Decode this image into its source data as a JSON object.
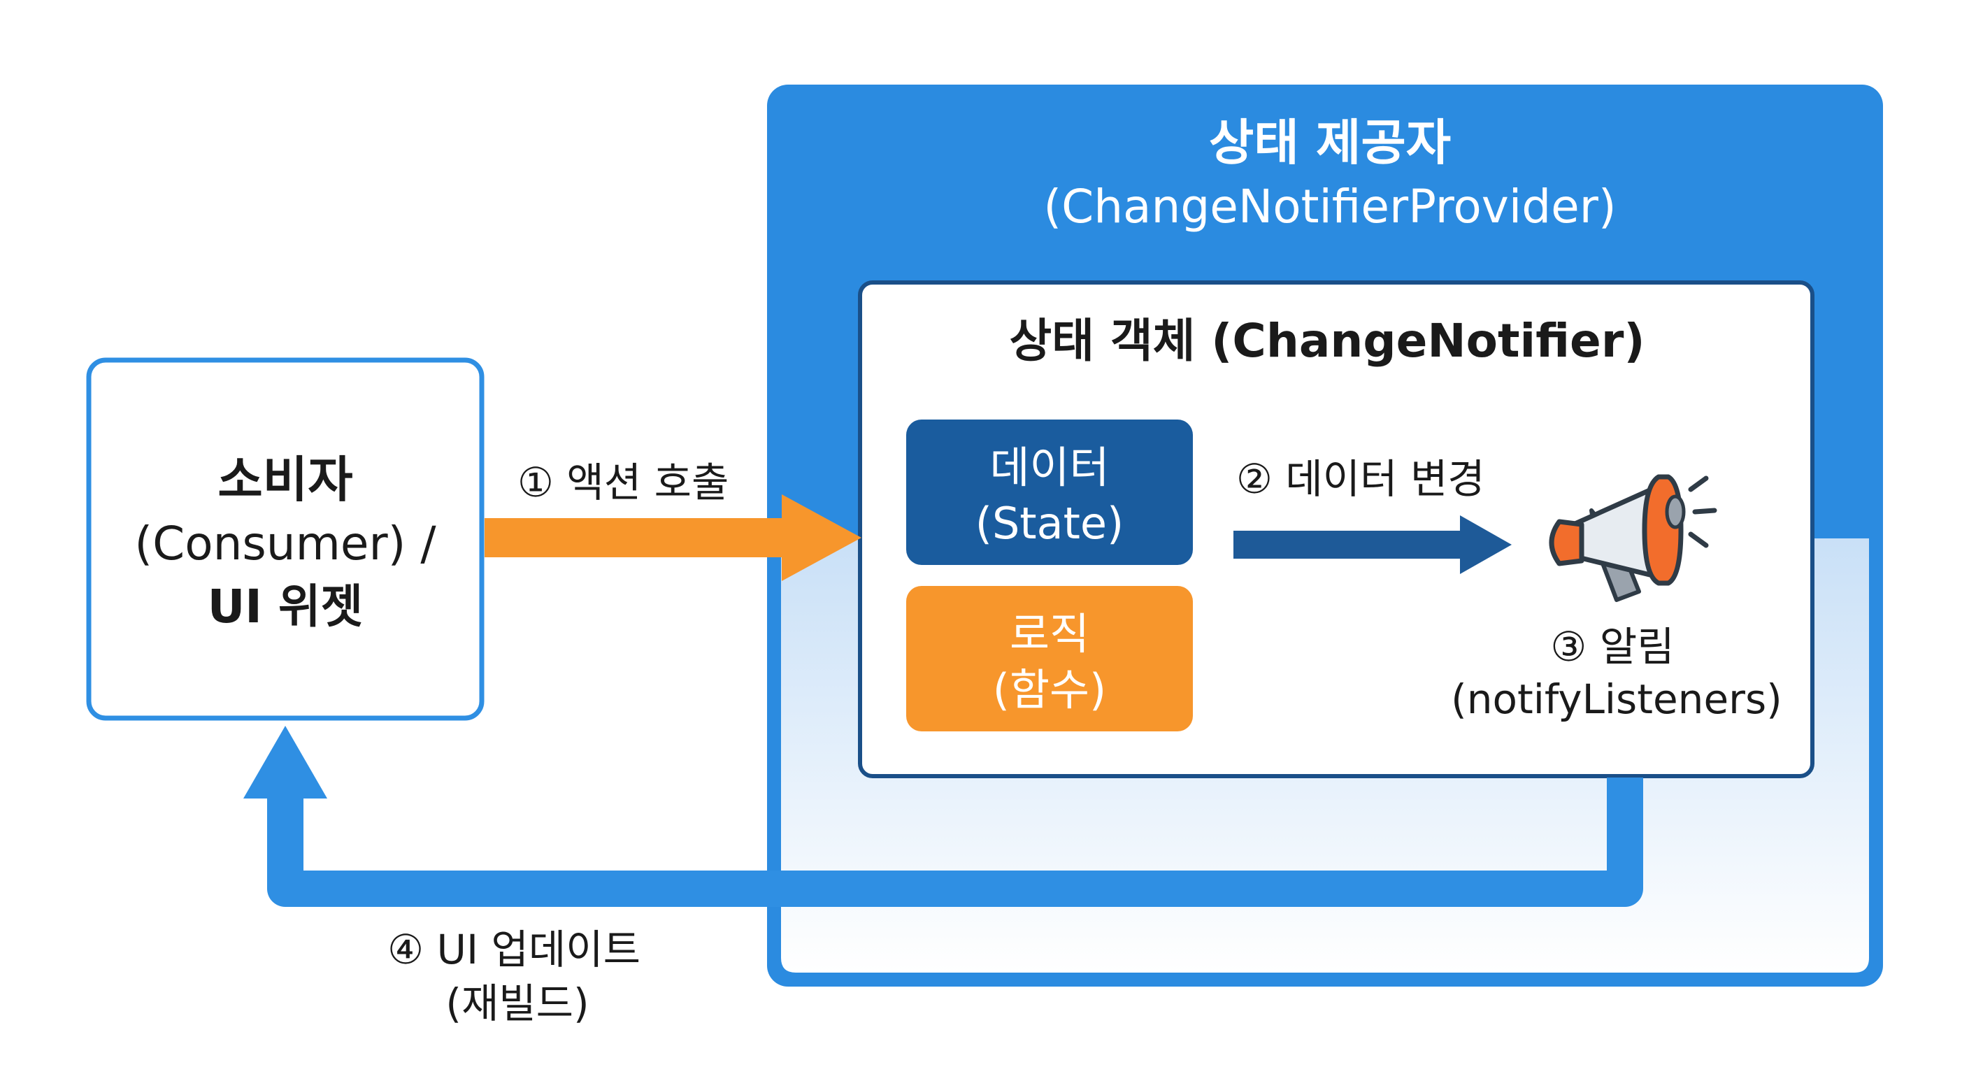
{
  "provider": {
    "title": "상태 제공자",
    "subtitle": "(ChangeNotifierProvider)"
  },
  "notifier": {
    "title": "상태 객체 (ChangeNotifier)"
  },
  "state_box": {
    "line1": "데이터",
    "line2": "(State)"
  },
  "logic_box": {
    "line1": "로직",
    "line2": "(함수)"
  },
  "consumer": {
    "line1": "소비자",
    "line2": "(Consumer) /",
    "line3": "UI 위젯"
  },
  "steps": {
    "step1": "① 액션 호출",
    "step2": "② 데이터 변경",
    "step3_line1": "③ 알림",
    "step3_line2": "(notifyListeners)",
    "step4_line1": "④ UI 업데이트",
    "step4_line2": "(재빌드)"
  },
  "icons": {
    "notify": "megaphone-icon"
  },
  "colors": {
    "provider_blue": "#2b8be0",
    "dark_blue": "#1a5c9e",
    "arrow_blue": "#1e5a98",
    "orange": "#f7962c",
    "feedback_blue": "#2f8fe3"
  }
}
